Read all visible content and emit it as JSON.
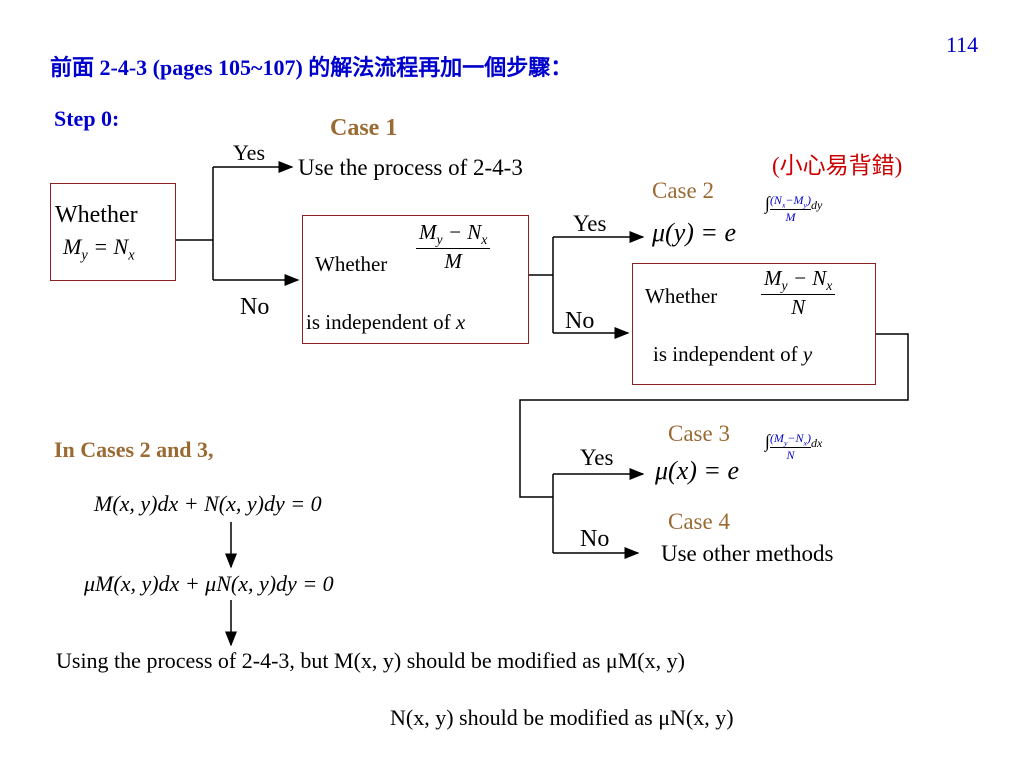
{
  "page_number": "114",
  "title": "前面 2-4-3 (pages 105~107) 的解法流程再加一個步驟：",
  "step0": "Step 0:",
  "case1": "Case 1",
  "case2": "Case 2",
  "case3": "Case 3",
  "case4": "Case 4",
  "warning": "(小心易背錯)",
  "yes": "Yes",
  "no": "No",
  "whether": "Whether",
  "use_process": "Use the process of 2-4-3",
  "independent_x": "is independent of",
  "var_x": "x",
  "independent_y": "is independent of",
  "var_y": "y",
  "use_other": "Use other methods",
  "in_cases": "In Cases 2 and 3,",
  "eq1": "M(x, y)dx + N(x, y)dy = 0",
  "eq2": "μM(x, y)dx + μN(x, y)dy = 0",
  "line1": "Using the process of 2-4-3, but M(x, y) should be modified as μM(x, y)",
  "line2": "N(x, y) should be modified as μN(x, y)",
  "colors": {
    "title": "#0000cc",
    "step": "#0000cc",
    "case": "#9a6a33",
    "warning": "#cc0000",
    "box_border": "#8b2222"
  }
}
